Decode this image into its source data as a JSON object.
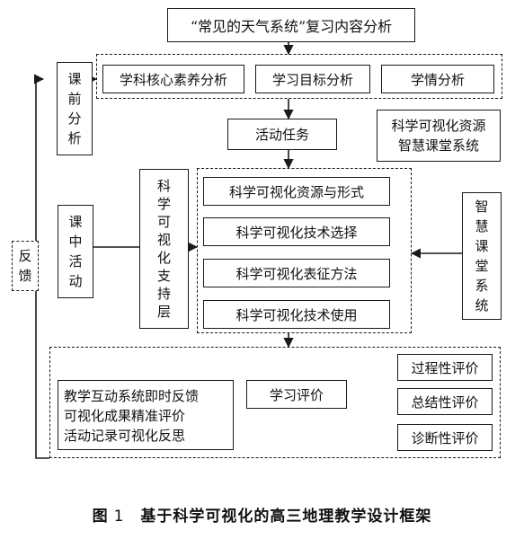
{
  "title": "“常见的天气系统”复习内容分析",
  "pre_class": {
    "label": [
      "课",
      "前",
      "分",
      "析"
    ],
    "items": [
      "学科核心素养分析",
      "学习目标分析",
      "学情分析"
    ]
  },
  "activity_task": "活动任务",
  "resource_system": [
    "科学可视化资源",
    "智慧课堂系统"
  ],
  "in_class": {
    "label": [
      "课",
      "中",
      "活",
      "动"
    ]
  },
  "support_layer": [
    "科",
    "学",
    "可",
    "视",
    "化",
    "支",
    "持",
    "层"
  ],
  "visualization_steps": [
    "科学可视化资源与形式",
    "科学可视化技术选择",
    "科学可视化表征方法",
    "科学可视化技术使用"
  ],
  "smart_classroom": [
    "智",
    "慧",
    "课",
    "堂",
    "系",
    "统"
  ],
  "feedback": [
    "反",
    "馈"
  ],
  "evaluation": {
    "title": "学习评价",
    "methods": [
      "教学互动系统即时反馈",
      "可视化成果精准评价",
      "活动记录可视化反思"
    ],
    "types": [
      "过程性评价",
      "总结性评价",
      "诊断性评价"
    ]
  },
  "caption": {
    "prefix": "图",
    "number": "1",
    "text": "基于科学可视化的高三地理教学设计框架"
  }
}
